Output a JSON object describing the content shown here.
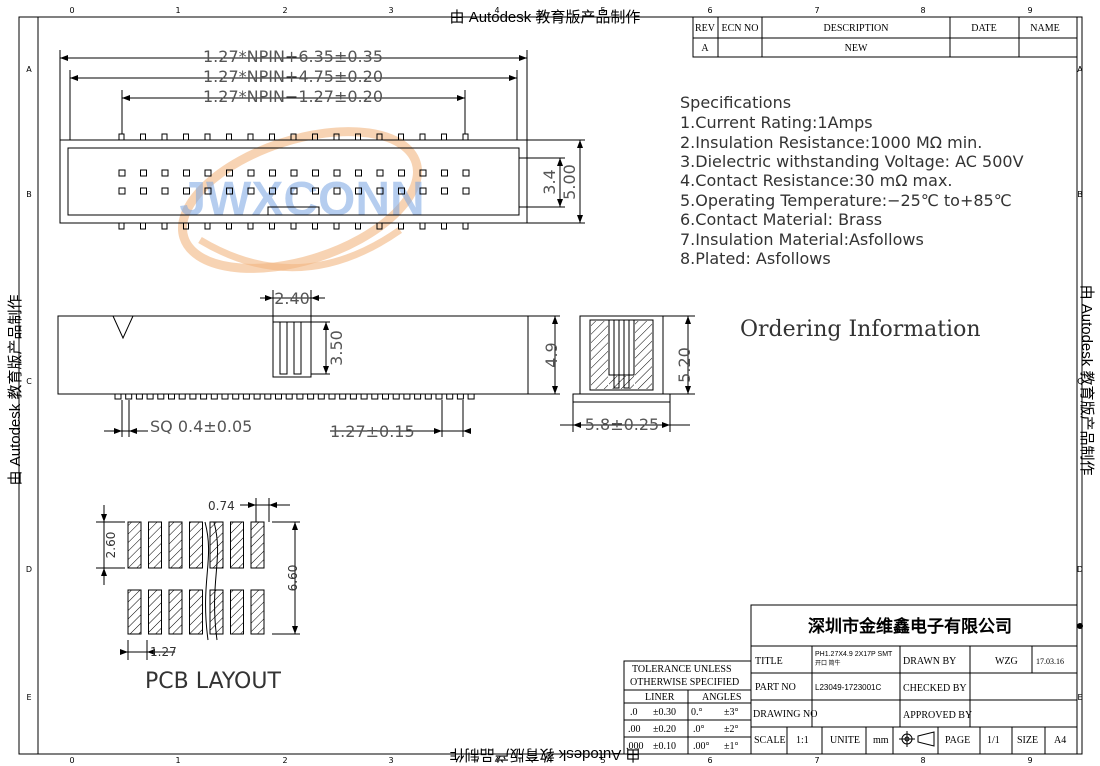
{
  "watermark": {
    "text_top": "由 Autodesk 教育版产品制作",
    "text_bottom": "由 Autodesk 教育版产品制作",
    "text_left": "由 Autodesk 教育版产品制作",
    "text_right": "由 Autodesk 教育版产品制作"
  },
  "border": {
    "cols": [
      "0",
      "1",
      "2",
      "3",
      "4",
      "5",
      "6",
      "7",
      "8",
      "9"
    ],
    "rows": [
      "A",
      "B",
      "C",
      "D",
      "E"
    ]
  },
  "revision_table": {
    "headers": {
      "rev": "REV",
      "ecn": "ECN NO",
      "desc": "DESCRIPTION",
      "date": "DATE",
      "name": "NAME"
    },
    "row": {
      "rev": "A",
      "ecn": "",
      "desc": "NEW",
      "date": "",
      "name": ""
    }
  },
  "logo": {
    "text": "JWXCONN"
  },
  "top_view": {
    "dim1": "1.27*NPIN+6.35±0.35",
    "dim2": "1.27*NPIN+4.75±0.20",
    "dim3": "1.27*NPIN−1.27±0.20",
    "dim_h1": "3.4",
    "dim_h2": "5.00"
  },
  "side_view": {
    "dim_width": "2.40",
    "dim_pin": "3.50",
    "dim_height": "4.9",
    "dim_sq": "SQ  0.4±0.05",
    "dim_pitch": "1.27±0.15"
  },
  "end_view": {
    "dim_height": "5.20",
    "dim_width": "5.8±0.25"
  },
  "pcb": {
    "dim_pad_w": "0.74",
    "dim_pad_h": "2.60",
    "dim_span": "6.60",
    "dim_pitch": "1.27",
    "title": "PCB  LAYOUT"
  },
  "specifications": {
    "title": "Specifications",
    "items": [
      "1.Current  Rating:1Amps",
      "2.Insulation  Resistance:1000  MΩ  min.",
      "3.Dielectric  withstanding  Voltage:  AC  500V",
      "4.Contact  Resistance:30  mΩ  max.",
      "5.Operating  Temperature:−25℃  to+85℃",
      "6.Contact  Material:  Brass",
      "7.Insulation  Material:Asfollows",
      "8.Plated:  Asfollows"
    ]
  },
  "ordering": {
    "title": "Ordering  Information"
  },
  "tolerance": {
    "title1": "TOLERANCE UNLESS",
    "title2": "OTHERWISE SPECIFIED",
    "liner": "LINER",
    "angles": "ANGLES",
    "rows": [
      {
        "a": ".0",
        "b": "±0.30",
        "c": "0.°",
        "d": "±3°"
      },
      {
        "a": ".00",
        "b": "±0.20",
        "c": ".0°",
        "d": "±2°"
      },
      {
        "a": ".000",
        "b": "±0.10",
        "c": ".00°",
        "d": "±1°"
      }
    ]
  },
  "title_block": {
    "company": "深圳市金维鑫电子有限公司",
    "title_label": "TITLE",
    "title_value": "PH1.27X4.9  2X17P SMT",
    "title_sub": "开口 简牛",
    "part_label": "PART NO",
    "part_value": "L23049-1723001C",
    "drawing_label": "DRAWING NO",
    "drawing_value": "",
    "drawn_label": "DRAWN BY",
    "drawn_value": "WZG",
    "drawn_date": "17.03.16",
    "checked_label": "CHECKED BY",
    "approved_label": "APPROVED BY",
    "scale_label": "SCALE",
    "scale_value": "1:1",
    "unit_label": "UNITE",
    "unit_value": "mm",
    "page_label": "PAGE",
    "page_value": "1/1",
    "size_label": "SIZE",
    "size_value": "A4"
  }
}
